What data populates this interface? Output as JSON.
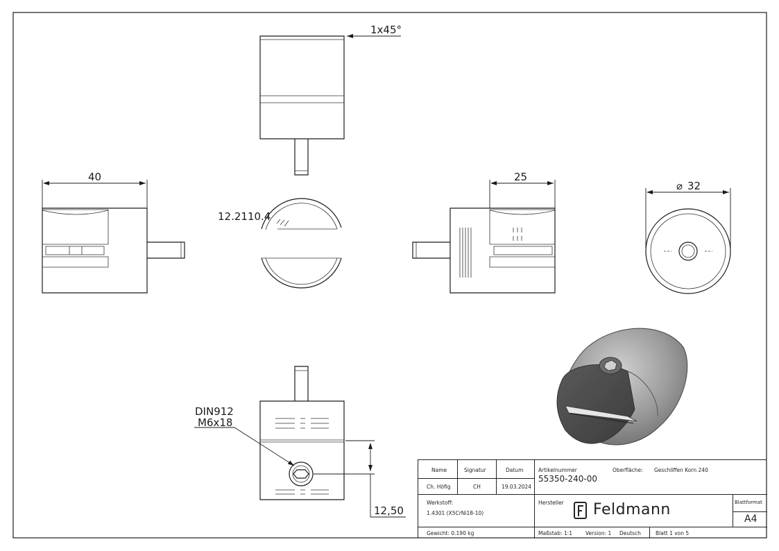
{
  "dimensions": {
    "chamfer": "1x45°",
    "width_front": "40",
    "width_side": "25",
    "diameter": "32",
    "offset": "12,50",
    "section_label": "12.2110.4",
    "screw_line1": "DIN912",
    "screw_line2": "M6x18"
  },
  "title_block": {
    "col_name": "Name",
    "col_signatur": "Signatur",
    "col_datum": "Datum",
    "name": "Ch. Höfig",
    "signatur": "CH",
    "datum": "19.03.2024",
    "artikel_label": "Artikelnummer",
    "artikel_value": "55350-240-00",
    "oberflaeche_label": "Oberfläche:",
    "oberflaeche_value": "Geschliffen Korn 240",
    "werkstoff_label": "Werkstoff:",
    "werkstoff_value": "1.4301 (X5CrNi18-10)",
    "hersteller_label": "Hersteller",
    "brand": "Feldmann",
    "blattformat_label": "Blattformat",
    "blattformat_value": "A4",
    "gewicht": "Gewicht: 0.190 kg",
    "massstab": "Maßstab: 1:1",
    "version": "Version: 1",
    "sprache": "Deutsch",
    "blatt": "Blatt 1 von 5"
  }
}
